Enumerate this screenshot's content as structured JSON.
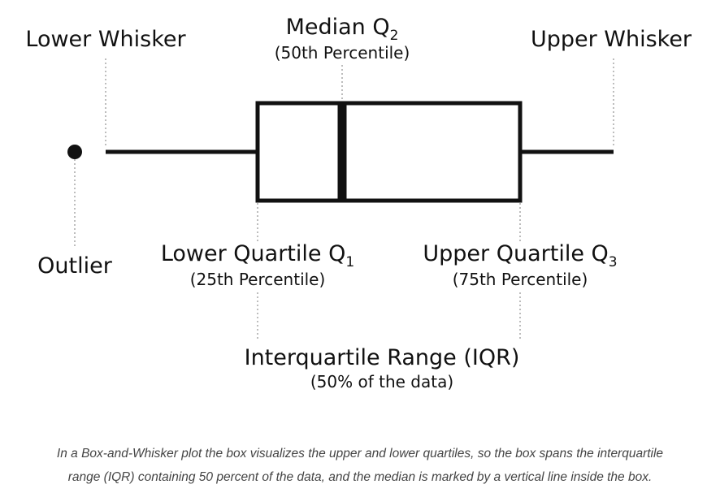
{
  "labels": {
    "lower_whisker": "Lower Whisker",
    "upper_whisker": "Upper Whisker",
    "median": {
      "text": "Median Q",
      "subscript": "2",
      "note": "(50th Percentile)"
    },
    "outlier": "Outlier",
    "lower_quartile": {
      "text": "Lower Quartile Q",
      "subscript": "1",
      "note": "(25th Percentile)"
    },
    "upper_quartile": {
      "text": "Upper Quartile Q",
      "subscript": "3",
      "note": "(75th Percentile)"
    },
    "iqr": {
      "text": "Interquartile Range (IQR)",
      "note": "(50% of the data)"
    }
  },
  "caption": {
    "line1": "In a Box-and-Whisker plot the box visualizes the upper and lower quartiles, so the box spans the interquartile",
    "line2": "range (IQR) containing 50 percent of the data, and the median is marked by a vertical line inside the box."
  },
  "colors": {
    "stroke": "#111111",
    "guide": "#bdbdbd",
    "caption": "#444444"
  }
}
